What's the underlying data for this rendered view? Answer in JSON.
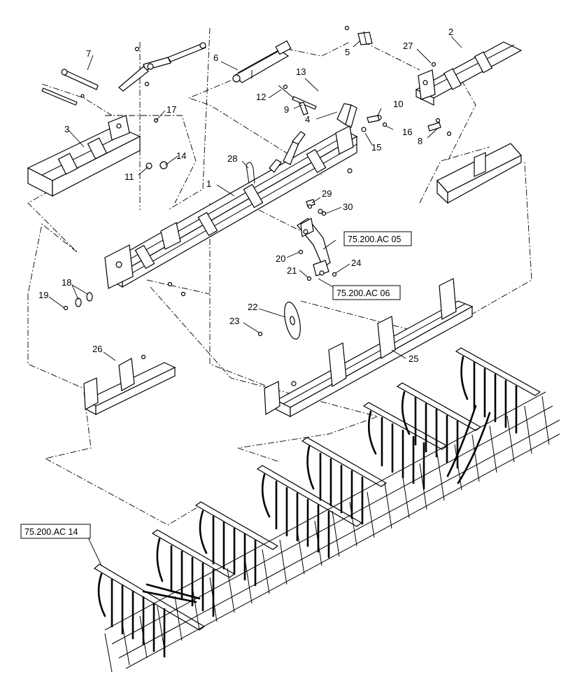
{
  "callouts": {
    "c1": "1",
    "c2": "2",
    "c3": "3",
    "c4": "4",
    "c5": "5",
    "c6": "6",
    "c7": "7",
    "c8": "8",
    "c9": "9",
    "c10": "10",
    "c11": "11",
    "c12": "12",
    "c13": "13",
    "c14": "14",
    "c15": "15",
    "c16": "16",
    "c17": "17",
    "c18": "18",
    "c19": "19",
    "c20": "20",
    "c21": "21",
    "c22": "22",
    "c23": "23",
    "c24": "24",
    "c25": "25",
    "c26": "26",
    "c27": "27",
    "c28": "28",
    "c29": "29",
    "c30": "30"
  },
  "references": {
    "ref_ac05": "75.200.AC 05",
    "ref_ac06": "75.200.AC 06",
    "ref_ac14": "75.200.AC 14"
  },
  "colors": {
    "line": "#000000",
    "background": "#ffffff"
  }
}
